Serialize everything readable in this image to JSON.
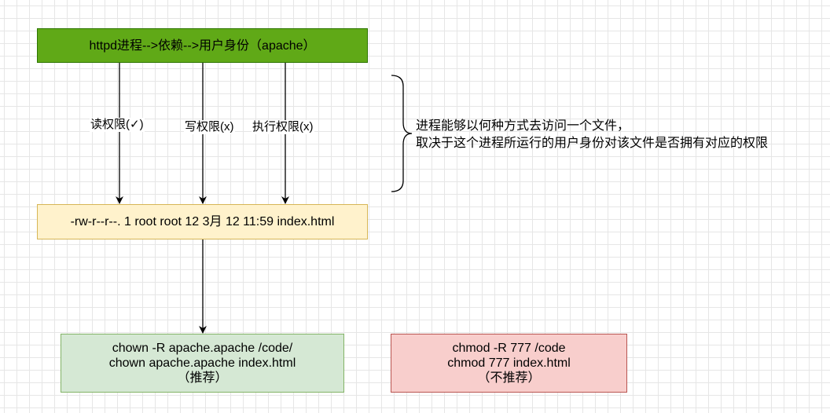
{
  "top_box": {
    "text": "httpd进程-->依赖-->用户身份（apache）"
  },
  "permissions": {
    "read": "读权限(✓)",
    "write": "写权限(x)",
    "execute": "执行权限(x)"
  },
  "note": {
    "line1": "进程能够以何种方式去访问一个文件，",
    "line2": "取决于这个进程所运行的用户身份对该文件是否拥有对应的权限"
  },
  "file_box": {
    "text": "-rw-r--r--. 1 root root 12 3月  12 11:59 index.html"
  },
  "recommended": {
    "line1": "chown -R apache.apache /code/",
    "line2": "chown apache.apache index.html",
    "line3": "（推荐）"
  },
  "not_recommended": {
    "line1": "chmod -R 777 /code",
    "line2": "chmod 777 index.html",
    "line3": "（不推荐）"
  },
  "colors": {
    "top_fill": "#60a917",
    "file_fill": "#fff2cc",
    "recommended_fill": "#d5e8d4",
    "not_recommended_fill": "#f8cecc"
  }
}
